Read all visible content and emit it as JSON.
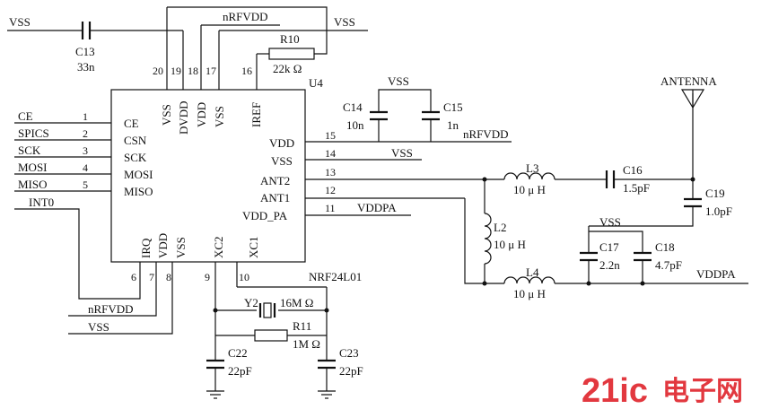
{
  "chip": {
    "ref": "U4",
    "part": "NRF24L01",
    "left_pins": [
      {
        "num": "1",
        "name": "CE",
        "net": "CE"
      },
      {
        "num": "2",
        "name": "CSN",
        "net": "SPICS"
      },
      {
        "num": "3",
        "name": "SCK",
        "net": "SCK"
      },
      {
        "num": "4",
        "name": "MOSI",
        "net": "MOSI"
      },
      {
        "num": "5",
        "name": "MISO",
        "net": "MISO"
      }
    ],
    "right_pins": [
      {
        "num": "15",
        "name": "VDD"
      },
      {
        "num": "14",
        "name": "VSS"
      },
      {
        "num": "13",
        "name": "ANT2"
      },
      {
        "num": "12",
        "name": "ANT1"
      },
      {
        "num": "11",
        "name": "VDD_PA"
      }
    ],
    "top_pins": [
      {
        "num": "20",
        "name": "VSS"
      },
      {
        "num": "19",
        "name": "DVDD"
      },
      {
        "num": "18",
        "name": "VDD"
      },
      {
        "num": "17",
        "name": "VSS"
      },
      {
        "num": "16",
        "name": "IREF"
      }
    ],
    "bottom_pins": [
      {
        "num": "6",
        "name": "IRQ"
      },
      {
        "num": "7",
        "name": "VDD"
      },
      {
        "num": "8",
        "name": "VSS"
      },
      {
        "num": "9",
        "name": "XC2"
      },
      {
        "num": "10",
        "name": "XC1"
      }
    ]
  },
  "nets": {
    "vss_top_left": "VSS",
    "vss_top_right": "VSS",
    "nrfvdd_top": "nRFVDD",
    "int0": "INT0",
    "nrfvdd_bottom": "nRFVDD",
    "vss_bottom": "VSS",
    "vss_c14_c15": "VSS",
    "nrfvdd_right": "nRFVDD",
    "vss_pin14": "VSS",
    "vddpa_pin11": "VDDPA",
    "vss_c17_c18": "VSS",
    "vddpa_right": "VDDPA",
    "antenna": "ANTENNA"
  },
  "components": {
    "c13": {
      "ref": "C13",
      "value": "33n"
    },
    "r10": {
      "ref": "R10",
      "value": "22k Ω"
    },
    "c14": {
      "ref": "C14",
      "value": "10n"
    },
    "c15": {
      "ref": "C15",
      "value": "1n"
    },
    "l3": {
      "ref": "L3",
      "value": "10 μ H"
    },
    "c16": {
      "ref": "C16",
      "value": "1.5pF"
    },
    "c19": {
      "ref": "C19",
      "value": "1.0pF"
    },
    "l2": {
      "ref": "L2",
      "value": "10 μ H"
    },
    "c17": {
      "ref": "C17",
      "value": "2.2n"
    },
    "c18": {
      "ref": "C18",
      "value": "4.7pF"
    },
    "l4": {
      "ref": "L4",
      "value": "10 μ H"
    },
    "y2": {
      "ref": "Y2",
      "value": "16M Ω"
    },
    "r11": {
      "ref": "R11",
      "value": "1M Ω"
    },
    "c22": {
      "ref": "C22",
      "value": "22pF"
    },
    "c23": {
      "ref": "C23",
      "value": "22pF"
    }
  },
  "watermark": {
    "brand_a": "21ic",
    "brand_b": "电子网",
    "brand_color": "#e2383f"
  }
}
